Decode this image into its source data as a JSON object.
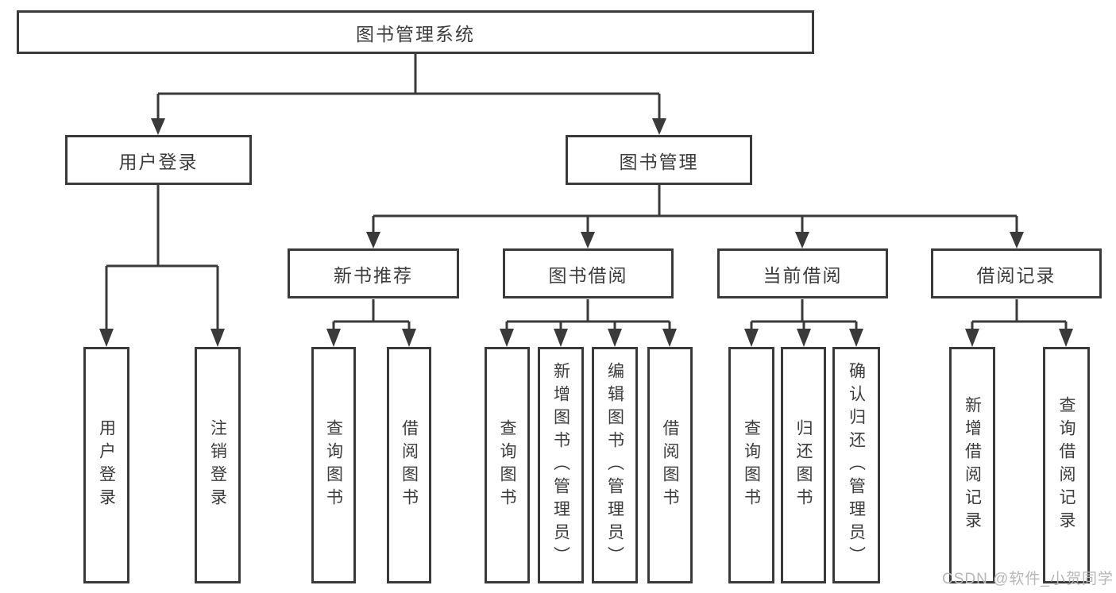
{
  "diagram": {
    "root": "图书管理系统",
    "level2": {
      "user_login": "用户登录",
      "book_management": "图书管理"
    },
    "level3": {
      "new_book_recommend": "新书推荐",
      "book_borrow": "图书借阅",
      "current_borrow": "当前借阅",
      "borrow_records": "借阅记录"
    },
    "leaves": {
      "user_login": [
        "用户登录",
        "注销登录"
      ],
      "new_book_recommend": [
        "查询图书",
        "借阅图书"
      ],
      "book_borrow": [
        "查询图书",
        "新增图书（管理员）",
        "编辑图书（管理员）",
        "借阅图书"
      ],
      "current_borrow": [
        "查询图书",
        "归还图书",
        "确认归还（管理员）"
      ],
      "borrow_records": [
        "新增借阅记录",
        "查询借阅记录"
      ]
    },
    "watermark": "CSDN @软件_小贺同学",
    "colors": {
      "line": "#3a3a3a",
      "text": "#3c3c3c",
      "background": "#ffffff",
      "watermark": "#b7b7b7"
    }
  }
}
